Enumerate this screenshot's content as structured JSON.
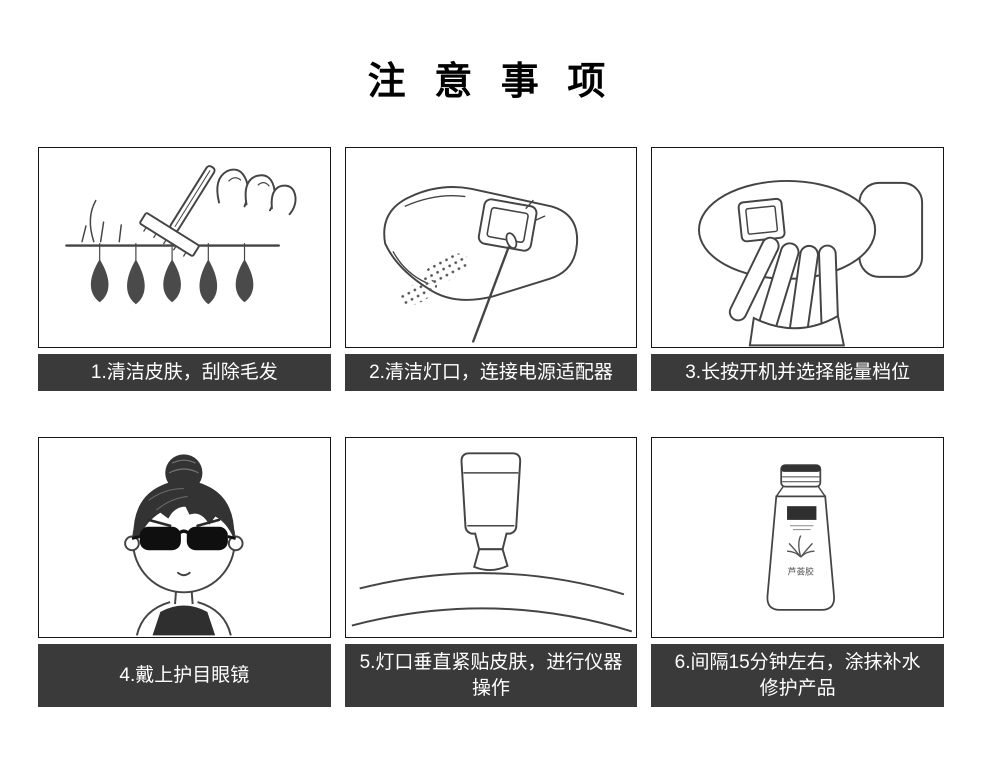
{
  "page": {
    "title": "注 意 事 项"
  },
  "steps": [
    {
      "caption": "1.清洁皮肤，刮除毛发",
      "illustration": "razor-shaving"
    },
    {
      "caption": "2.清洁灯口，连接电源适配器",
      "illustration": "clean-lamp-port-with-swab"
    },
    {
      "caption": "3.长按开机并选择能量档位",
      "illustration": "hand-pressing-power"
    },
    {
      "caption": "4.戴上护目眼镜",
      "illustration": "girl-wearing-goggles"
    },
    {
      "caption": "5.灯口垂直紧贴皮肤，进行仪器操作",
      "illustration": "device-vertical-on-skin"
    },
    {
      "caption": "6.间隔15分钟左右，涂抹补水修护产品",
      "illustration": "moisturizer-tube",
      "product_label": "芦荟胶"
    }
  ],
  "colors": {
    "background": "#ffffff",
    "caption_bg": "#3a3a3a",
    "caption_text": "#ffffff",
    "line_art": "#444444",
    "box_border": "#161616"
  }
}
